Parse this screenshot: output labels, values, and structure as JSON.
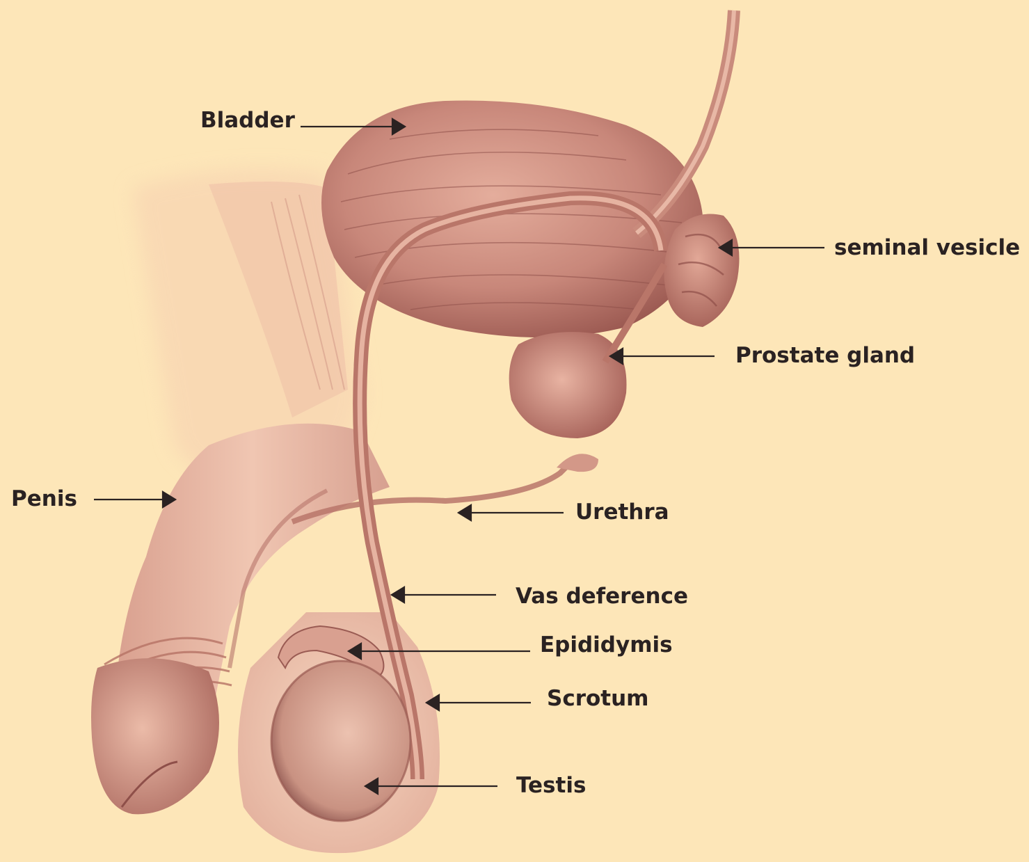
{
  "colors": {
    "background": "#fde6b8",
    "tissue": "#e9b6a4",
    "tissue_dark": "#b8756a",
    "outline": "#8e4f49",
    "label_text": "#2a2222",
    "arrow": "#2a2222"
  },
  "labels": {
    "bladder": "Bladder",
    "seminal_vesicle": "seminal vesicle",
    "prostate_gland": "Prostate gland",
    "penis": "Penis",
    "urethra": "Urethra",
    "vas_deference": "Vas deference",
    "epididymis": "Epididymis",
    "scrotum": "Scrotum",
    "testis": "Testis"
  }
}
